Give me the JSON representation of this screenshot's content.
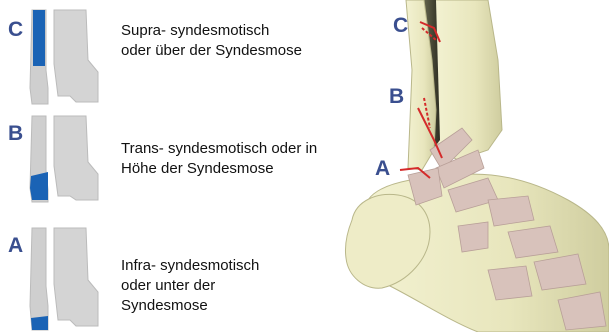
{
  "classes": [
    {
      "letter": "C",
      "caption": [
        "Supra- syndesmotisch",
        "oder über der Syndesmose"
      ]
    },
    {
      "letter": "B",
      "caption": [
        "Trans- syndesmotisch oder in",
        "Höhe der Syndesmose"
      ]
    },
    {
      "letter": "A",
      "caption": [
        "Infra- syndesmotisch",
        "oder unter der",
        "Syndesmose"
      ]
    }
  ],
  "illustration": {
    "labels": [
      "C",
      "B",
      "A"
    ]
  },
  "colors": {
    "label": "#3a4f8f",
    "fracture_highlight": "#1a63b5",
    "bone_grey": "#cfcfcf",
    "fracture_line": "#d42a2a",
    "bone_cream": "#ecebc4"
  }
}
